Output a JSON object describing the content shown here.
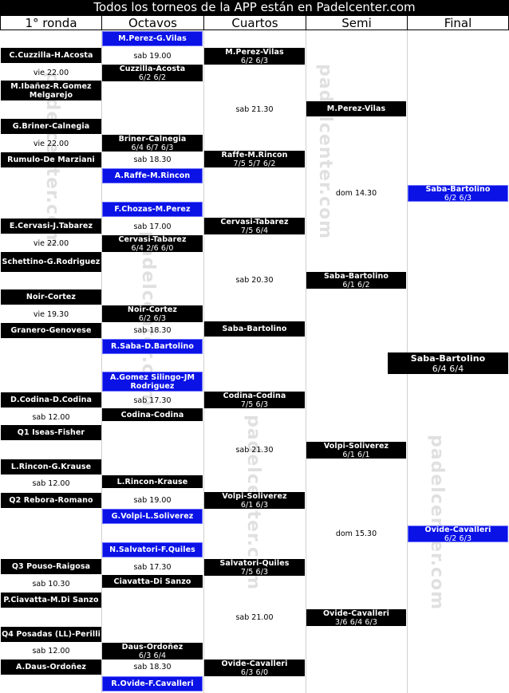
{
  "title": "Todos los torneos de la APP están en Padelcenter.com",
  "headers": [
    "1° ronda",
    "Octavos",
    "Cuartos",
    "Semi",
    "Final"
  ],
  "watermark": "padelcenter.com",
  "ronda1": [
    {
      "name": "C.Cuzzilla-H.Acosta"
    },
    {
      "note": "vie 22.00"
    },
    {
      "name": "M.Ibañez-R.Gomez Melgarejo"
    },
    {
      "name": "G.Briner-Calnegia"
    },
    {
      "note": "vie 22.00"
    },
    {
      "name": "Rumulo-De Marziani"
    },
    {
      "name": "E.Cervasi-J.Tabarez"
    },
    {
      "note": "vie 22.00"
    },
    {
      "name": "Schettino-G.Rodriguez"
    },
    {
      "name": "Noir-Cortez"
    },
    {
      "note": "vie 19.30"
    },
    {
      "name": "Granero-Genovese"
    },
    {
      "name": "D.Codina-D.Codina"
    },
    {
      "note": "sab 12.00"
    },
    {
      "name": "Q1 Iseas-Fisher"
    },
    {
      "name": "L.Rincon-G.Krause"
    },
    {
      "note": "sab 12.00"
    },
    {
      "name": "Q2 Rebora-Romano"
    },
    {
      "name": "Q3 Pouso-Raigosa"
    },
    {
      "note": "sab 10.30"
    },
    {
      "name": "P.Ciavatta-M.Di Sanzo"
    },
    {
      "name": "Q4 Posadas (LL)-Perilli"
    },
    {
      "note": "sab 12.00"
    },
    {
      "name": "A.Daus-Ordoñez"
    }
  ],
  "octavos": [
    {
      "name": "M.Perez-G.Vilas",
      "score": ""
    },
    {
      "note": "sab 19.00"
    },
    {
      "name": "Cuzzilla-Acosta",
      "score": "6/2 6/2"
    },
    {
      "name": "Briner-Calnegia",
      "score": "6/4 6/7 6/3"
    },
    {
      "note": "sab 18.30"
    },
    {
      "name": "A.Raffe-M.Rincon",
      "score": ""
    },
    {
      "name": "F.Chozas-M.Perez",
      "score": ""
    },
    {
      "note": "sab 17.00"
    },
    {
      "name": "Cervasi-Tabarez",
      "score": "6/4 2/6 6/0"
    },
    {
      "name": "Noir-Cortez",
      "score": "6/2 6/3"
    },
    {
      "note": "sab 18.30"
    },
    {
      "name": "R.Saba-D.Bartolino",
      "score": ""
    },
    {
      "name": "A.Gomez Silingo-JM Rodriguez",
      "score": ""
    },
    {
      "note": "sab 17.30"
    },
    {
      "name": "Codina-Codina",
      "score": ""
    },
    {
      "name": "L.Rincon-Krause",
      "score": ""
    },
    {
      "note": "sab 19.00"
    },
    {
      "name": "G.Volpi-L.Soliverez",
      "score": ""
    },
    {
      "name": "N.Salvatori-F.Quiles",
      "score": ""
    },
    {
      "note": "sab 17.30"
    },
    {
      "name": "Ciavatta-Di Sanzo",
      "score": ""
    },
    {
      "name": "Daus-Ordoñez",
      "score": "6/3 6/4"
    },
    {
      "note": "sab 18.30"
    },
    {
      "name": "R.Ovide-F.Cavalleri",
      "score": ""
    }
  ],
  "cuartos": [
    {
      "name": "M.Perez-Vilas",
      "score": "6/2 6/3"
    },
    {
      "note": "sab 21.30"
    },
    {
      "name": "Raffe-M.Rincon",
      "score": "7/5 5/7 6/2"
    },
    {
      "name": "Cervasi-Tabarez",
      "score": "7/5 6/4"
    },
    {
      "note": "sab 20.30"
    },
    {
      "name": "Saba-Bartolino",
      "score": ""
    },
    {
      "name": "Codina-Codina",
      "score": "7/5 6/3"
    },
    {
      "note": "sab 21.30"
    },
    {
      "name": "Volpi-Soliverez",
      "score": "6/1 6/3"
    },
    {
      "name": "Salvatori-Quiles",
      "score": "7/5 6/3"
    },
    {
      "note": "sab 21.00"
    },
    {
      "name": "Ovide-Cavalleri",
      "score": "6/3 6/0"
    }
  ],
  "semi": [
    {
      "name": "M.Perez-Vilas",
      "score": ""
    },
    {
      "note": "dom 14.30"
    },
    {
      "name": "Saba-Bartolino",
      "score": "6/1 6/2"
    },
    {
      "name": "Volpi-Soliverez",
      "score": "6/1 6/1"
    },
    {
      "note": "dom 15.30"
    },
    {
      "name": "Ovide-Cavalleri",
      "score": "3/6 6/4 6/3"
    }
  ],
  "final": [
    {
      "name": "Saba-Bartolino",
      "score": "6/2 6/3"
    },
    {
      "name": "Ovide-Cavalleri",
      "score": "6/2 6/3"
    }
  ],
  "champion": {
    "name": "Saba-Bartolino",
    "score": "6/4 6/4"
  }
}
